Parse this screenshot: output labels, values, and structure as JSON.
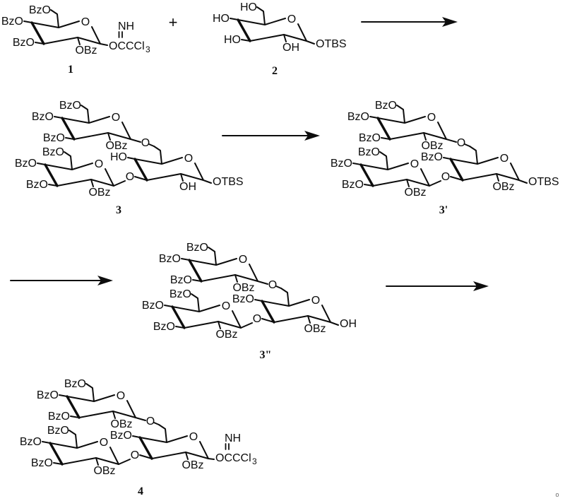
{
  "scheme": {
    "type": "chemical-reaction-scheme",
    "plus_sign": "+",
    "corner_mark": "o",
    "numbers": {
      "c1": "1",
      "c2": "2",
      "c3": "3",
      "c3_prime": "3'",
      "c3_double_prime": "3\"",
      "c4": "4"
    }
  },
  "labels": {
    "bzo": "BzO",
    "obz": "OBz",
    "ho": "HO",
    "oh": "OH",
    "otbs": "OTBS",
    "ring_o": "O",
    "link_o": "O",
    "nh": "NH",
    "imidate": "OCCCl",
    "imidate_sub": "3"
  },
  "colors": {
    "ink": "#0d0d0d",
    "background": "#ffffff"
  }
}
